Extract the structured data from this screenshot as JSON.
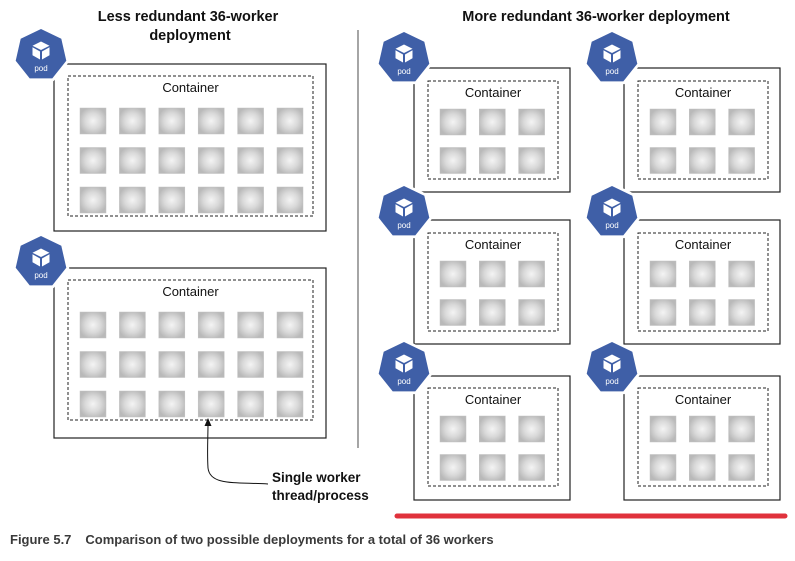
{
  "left_title": [
    "Less redundant 36-worker",
    "deployment"
  ],
  "right_title": "More redundant 36-worker deployment",
  "container_label": "Container",
  "pod_label": "pod",
  "annotation": [
    "Single worker",
    "thread/process"
  ],
  "caption": {
    "label": "Figure 5.7",
    "text": "Comparison of two possible deployments for a total of 36 workers"
  },
  "deployments": {
    "less_redundant": {
      "pods": 2,
      "workers_per_pod": 18,
      "grid": "3x6"
    },
    "more_redundant": {
      "pods": 6,
      "workers_per_pod": 6,
      "grid": "2x3"
    }
  },
  "colors": {
    "pod_fill": "#3f5fa7",
    "worker_fill": "#cfcfcf",
    "highlight_line": "#e0323c"
  },
  "icons": [
    "kubernetes-pod-icon",
    "worker-square-icon",
    "annotation-arrow-icon"
  ]
}
